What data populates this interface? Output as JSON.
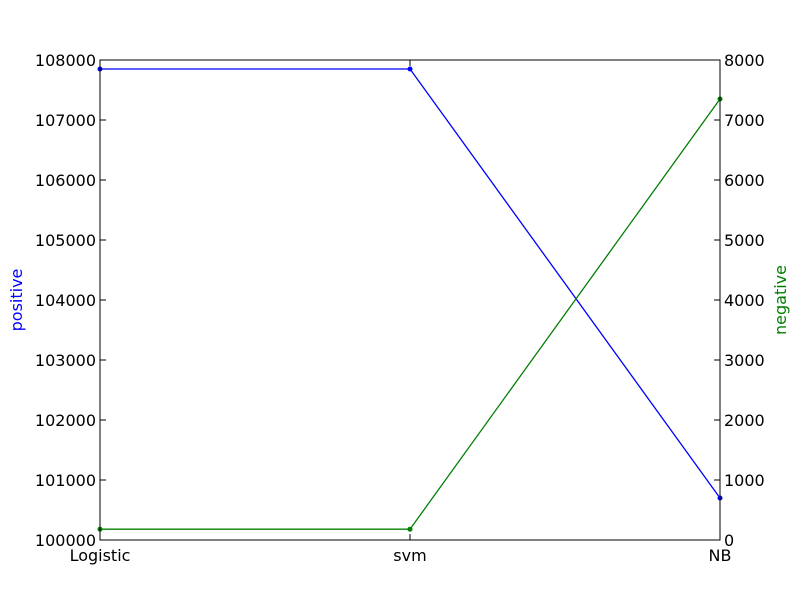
{
  "chart_data": {
    "type": "line",
    "title": "",
    "xlabel": "",
    "categories": [
      "Logistic",
      "svm",
      "NB"
    ],
    "left_axis": {
      "label": "positive",
      "color": "#0000ff",
      "ylim": [
        100000,
        108000
      ],
      "ticks": [
        100000,
        101000,
        102000,
        103000,
        104000,
        105000,
        106000,
        107000,
        108000
      ]
    },
    "right_axis": {
      "label": "negative",
      "color": "#008000",
      "ylim": [
        0,
        8000
      ],
      "ticks": [
        0,
        1000,
        2000,
        3000,
        4000,
        5000,
        6000,
        7000,
        8000
      ]
    },
    "series": [
      {
        "name": "positive",
        "axis": "left",
        "color": "#0000ff",
        "values": [
          107850,
          107850,
          100700
        ]
      },
      {
        "name": "negative",
        "axis": "right",
        "color": "#008000",
        "values": [
          180,
          180,
          7350
        ]
      }
    ],
    "grid": false,
    "markers": true
  }
}
